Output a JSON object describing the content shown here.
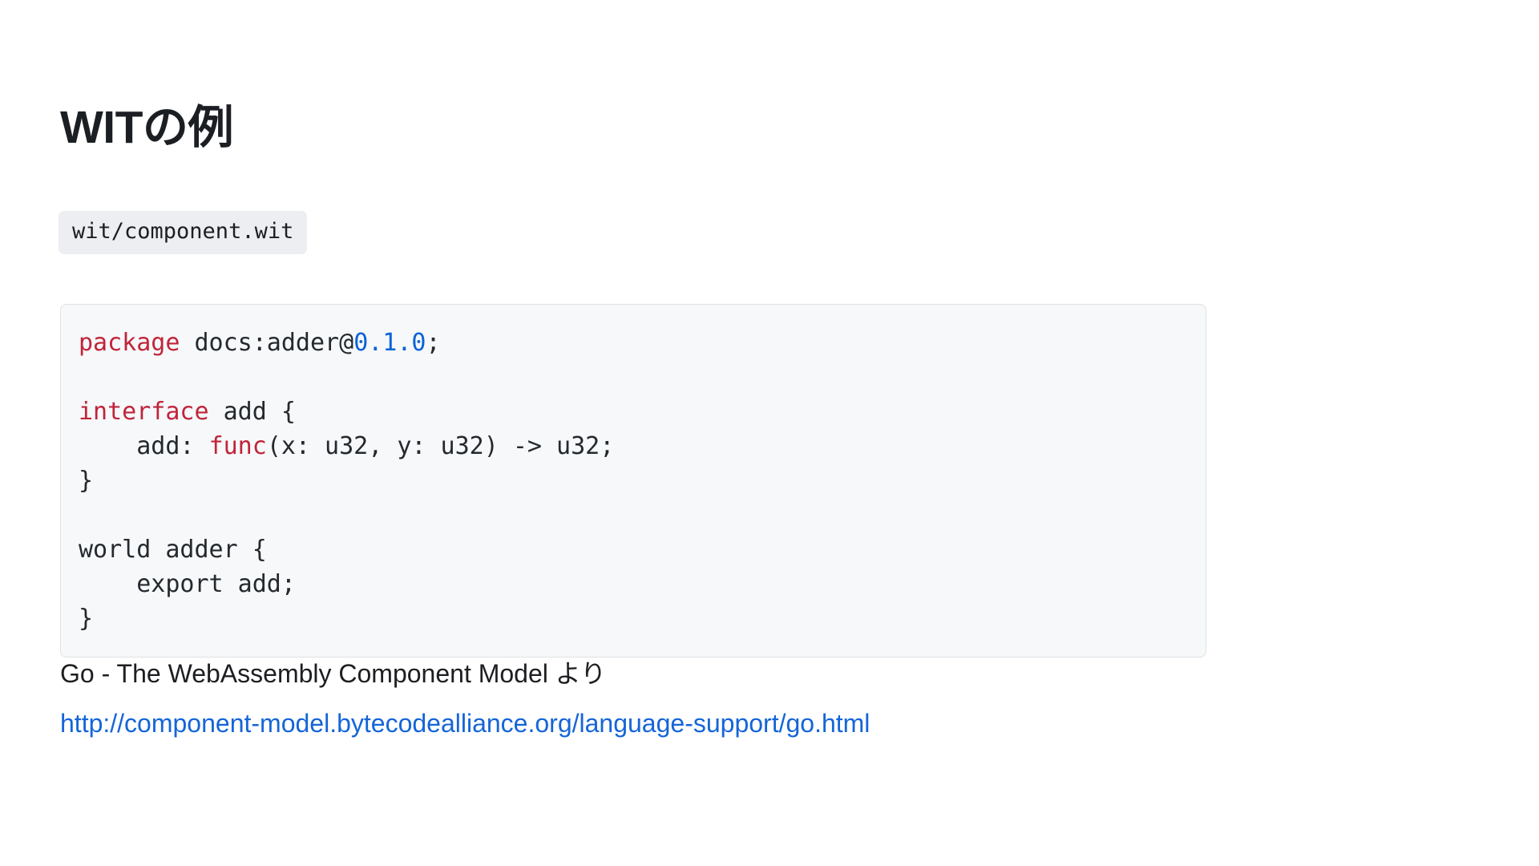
{
  "slide": {
    "title": "WITの例",
    "file_badge": "wit/component.wit",
    "caption": "Go - The WebAssembly Component Model より",
    "source_url": "http://component-model.bytecodealliance.org/language-support/go.html",
    "colors": {
      "background": "#ffffff",
      "title": "#1b1f23",
      "badge_bg": "#eceef1",
      "code_bg": "#f6f8fa",
      "code_border": "#dfe2e5",
      "code_text": "#24292e",
      "keyword": "#c0253a",
      "number": "#0b62d6",
      "link": "#1565d8"
    }
  },
  "code": {
    "language": "wit",
    "lines": [
      {
        "id": "l1",
        "tokens": [
          {
            "text": "package",
            "type": "keyword"
          },
          {
            "text": " docs:adder@",
            "type": "plain"
          },
          {
            "text": "0.1.0",
            "type": "number"
          },
          {
            "text": ";",
            "type": "plain"
          }
        ]
      },
      {
        "id": "l2",
        "tokens": []
      },
      {
        "id": "l3",
        "tokens": [
          {
            "text": "interface",
            "type": "keyword"
          },
          {
            "text": " add {",
            "type": "plain"
          }
        ]
      },
      {
        "id": "l4",
        "tokens": [
          {
            "text": "    add: ",
            "type": "plain"
          },
          {
            "text": "func",
            "type": "keyword"
          },
          {
            "text": "(x: u32, y: u32) -> u32;",
            "type": "plain"
          }
        ]
      },
      {
        "id": "l5",
        "tokens": [
          {
            "text": "}",
            "type": "plain"
          }
        ]
      },
      {
        "id": "l6",
        "tokens": []
      },
      {
        "id": "l7",
        "tokens": [
          {
            "text": "world adder {",
            "type": "plain"
          }
        ]
      },
      {
        "id": "l8",
        "tokens": [
          {
            "text": "    export add;",
            "type": "plain"
          }
        ]
      },
      {
        "id": "l9",
        "tokens": [
          {
            "text": "}",
            "type": "plain"
          }
        ]
      }
    ]
  }
}
